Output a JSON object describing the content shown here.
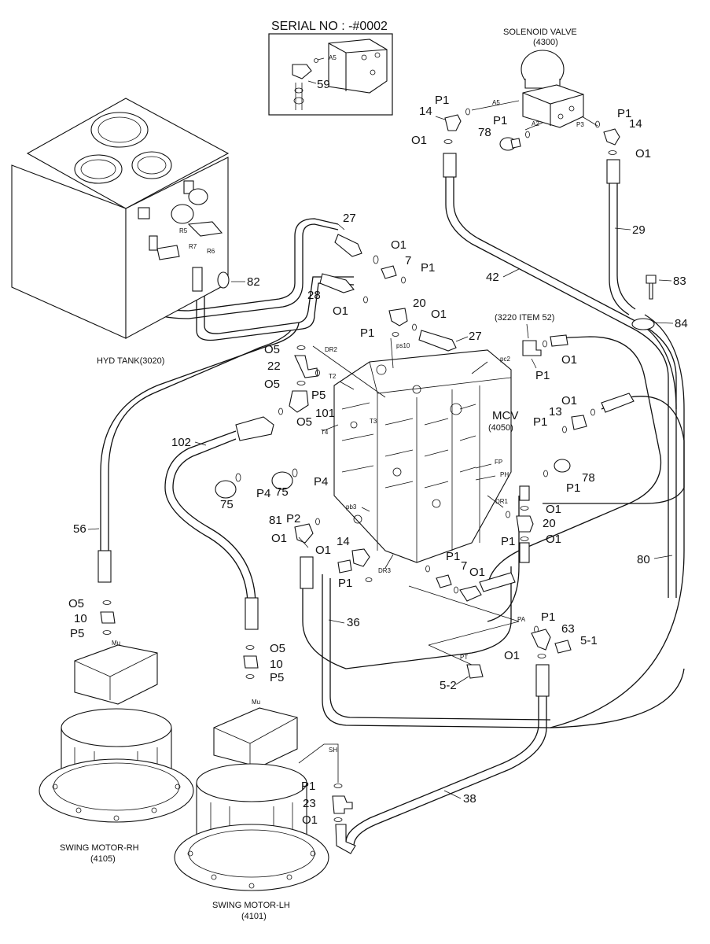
{
  "inset": {
    "title": "SERIAL NO : -#0002",
    "labels": {
      "a5": "A5",
      "p59": "59"
    }
  },
  "components": {
    "solenoid_title": "SOLENOID VALVE",
    "solenoid_num": "(4300)",
    "tank": "HYD TANK(3020)",
    "mcv_title": "MCV",
    "mcv_num": "(4050)",
    "ref_item": "(3220 ITEM 52)",
    "swing_rh_title": "SWING MOTOR-RH",
    "swing_rh_num": "(4105)",
    "swing_lh_title": "SWING MOTOR-LH",
    "swing_lh_num": "(4101)"
  },
  "ports": {
    "a5": "A5",
    "a2": "A2",
    "p3": "P3",
    "r5": "R5",
    "r7": "R7",
    "r6": "R6",
    "dr2": "DR2",
    "ps10": "ps10",
    "pc2": "pc2",
    "t2": "T2",
    "t3": "T3",
    "t4": "T4",
    "pb3": "pb3",
    "fp": "FP",
    "ph": "PH",
    "dr1": "DR1",
    "dr3": "DR3",
    "pa": "PA",
    "pt": "PT",
    "mu": "Mu",
    "sh": "SH"
  },
  "labels": {
    "p59": "59",
    "p14": "14",
    "p78": "78",
    "p29": "29",
    "p42": "42",
    "p83": "83",
    "p84": "84",
    "p27": "27",
    "p7": "7",
    "p28": "28",
    "p82": "82",
    "p20": "20",
    "p22": "22",
    "p101": "101",
    "p102": "102",
    "p13": "13",
    "p75": "75",
    "p81": "81",
    "p56": "56",
    "p36": "36",
    "p80": "80",
    "p10": "10",
    "p63": "63",
    "p5_1": "5-1",
    "p5_2": "5-2",
    "p23": "23",
    "p38": "38",
    "O1": "O1",
    "O5": "O5",
    "P1": "P1",
    "P2": "P2",
    "P4": "P4",
    "P5": "P5"
  }
}
